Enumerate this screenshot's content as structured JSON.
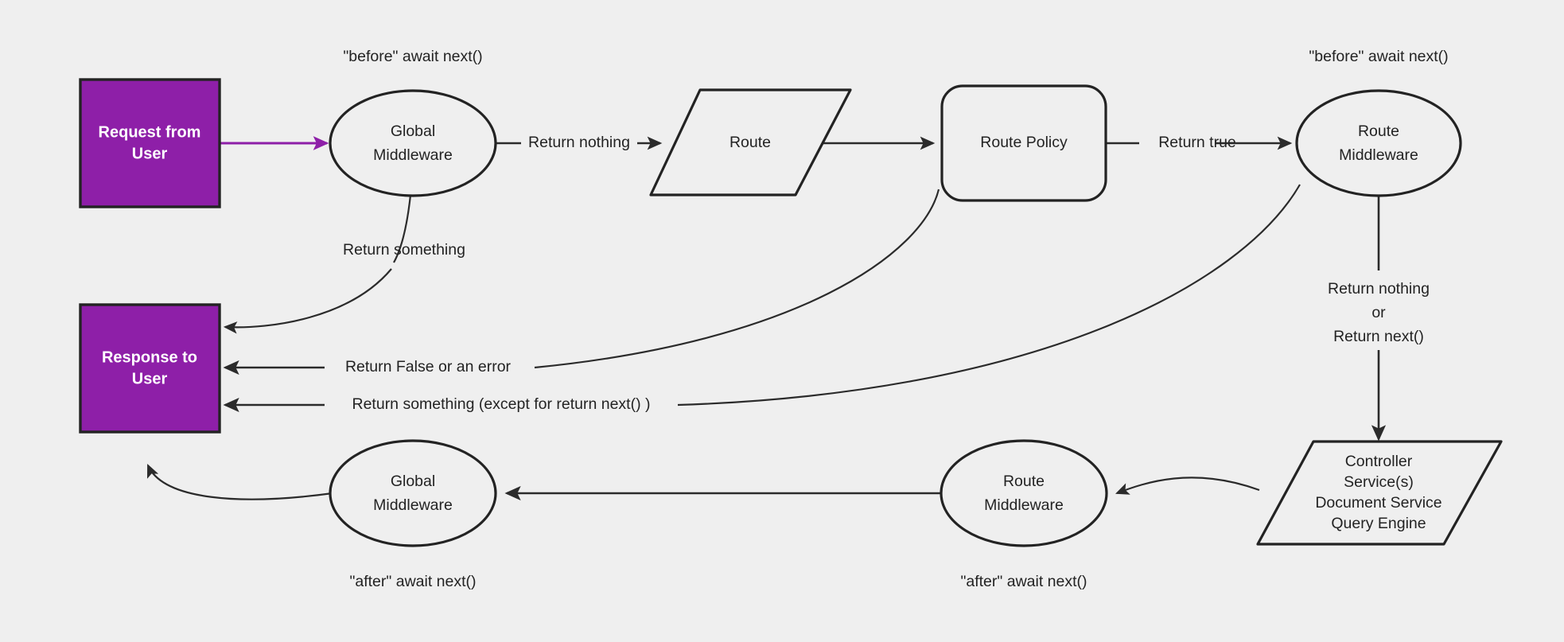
{
  "diagram": {
    "title": "Request / Response Middleware Lifecycle",
    "background_color": "#efefef",
    "accent_color": "#8e1fa8",
    "line_color": "#2b2b2b"
  },
  "nodes": {
    "request_from_user": {
      "line1": "Request from",
      "line2": "User",
      "shape": "rectangle"
    },
    "response_to_user": {
      "line1": "Response to",
      "line2": "User",
      "shape": "rectangle"
    },
    "global_middleware_top": {
      "line1": "Global",
      "line2": "Middleware",
      "shape": "ellipse"
    },
    "route": {
      "line1": "Route",
      "shape": "parallelogram"
    },
    "route_policy": {
      "line1": "Route Policy",
      "shape": "rounded-rectangle"
    },
    "route_middleware_top": {
      "line1": "Route",
      "line2": "Middleware",
      "shape": "ellipse"
    },
    "controller_group": {
      "line1": "Controller",
      "line2": "Service(s)",
      "line3": "Document Service",
      "line4": "Query Engine",
      "shape": "parallelogram"
    },
    "route_middleware_bottom": {
      "line1": "Route",
      "line2": "Middleware",
      "shape": "ellipse"
    },
    "global_middleware_bottom": {
      "line1": "Global",
      "line2": "Middleware",
      "shape": "ellipse"
    }
  },
  "annotations": {
    "before_await_next_left": "\"before\" await next()",
    "before_await_next_right": "\"before\" await next()",
    "after_await_next_left": "\"after\" await next()",
    "after_await_next_right": "\"after\" await next()"
  },
  "edge_labels": {
    "return_something_global": "Return something",
    "return_nothing_global": "Return nothing",
    "return_true": "Return true",
    "return_false_or_error": "Return False or an error",
    "return_something_except_next": "Return something (except for return next() )",
    "return_nothing_or_next_line1": "Return nothing",
    "return_nothing_or_next_line2": "or",
    "return_nothing_or_next_line3": "Return next()"
  }
}
